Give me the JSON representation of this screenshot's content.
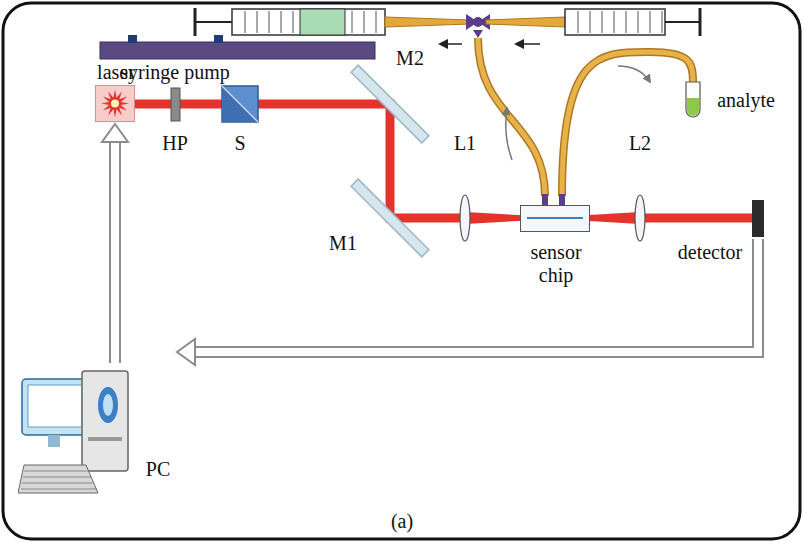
{
  "diagram": {
    "nodes": [
      {
        "text": [
          "laser"
        ]
      },
      {
        "text": [
          "sensor chip"
        ]
      },
      {
        "text": [
          "detector"
        ]
      },
      {
        "text": [
          "PC"
        ]
      }
    ],
    "edges": [
      {
        "from": 2,
        "to": 3,
        "arrow": "to"
      },
      {
        "from": 3,
        "to": 0,
        "arrow": "to"
      }
    ],
    "labels": [
      "syringe pump",
      "HP",
      "S",
      "M2",
      "M1",
      "L1",
      "L2",
      "analyte",
      "(a)"
    ]
  }
}
